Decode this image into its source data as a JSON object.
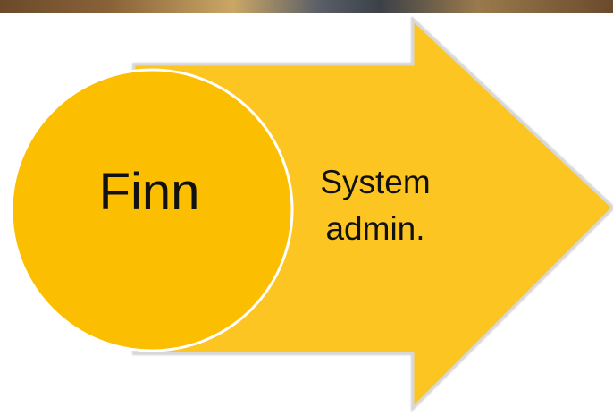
{
  "diagram": {
    "circle_text": "Finn",
    "arrow_text_lines": [
      "System",
      "admin."
    ]
  },
  "colors": {
    "arrow_fill": "#FCC523",
    "arrow_outline": "#D8D8D8",
    "circle_fill": "#FCBE00",
    "circle_outline": "#FFFFFF"
  }
}
